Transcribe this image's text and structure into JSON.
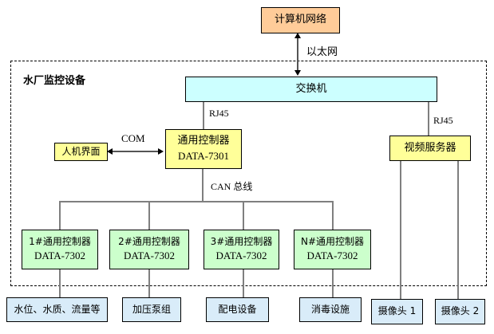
{
  "region": {
    "label": "水厂监控设备"
  },
  "nodes": {
    "computer_network": {
      "label": "计算机网络"
    },
    "switch": {
      "label": "交换机"
    },
    "hmi": {
      "label": "人机界面"
    },
    "main_controller": {
      "line1": "通用控制器",
      "line2": "DATA-7301"
    },
    "video_server": {
      "label": "视频服务器"
    },
    "sub_controllers": [
      {
        "line1": "1#通用控制器",
        "line2": "DATA-7302"
      },
      {
        "line1": "2#通用控制器",
        "line2": "DATA-7302"
      },
      {
        "line1": "3#通用控制器",
        "line2": "DATA-7302"
      },
      {
        "line1": "N#通用控制器",
        "line2": "DATA-7302"
      }
    ],
    "devices": [
      {
        "label": "水位、水质、流量等"
      },
      {
        "label": "加压泵组"
      },
      {
        "label": "配电设备"
      },
      {
        "label": "消毒设施"
      }
    ],
    "cameras": [
      {
        "label": "摄像头 1"
      },
      {
        "label": "摄像头 2"
      }
    ]
  },
  "connections": {
    "ethernet": "以太网",
    "rj45_left": "RJ45",
    "rj45_right": "RJ45",
    "com": "COM",
    "can_bus": "CAN 总线"
  },
  "colors": {
    "computer_network_fill": "#ffcc99",
    "switch_fill": "#ccffff",
    "controller_fill": "#ffff99",
    "sub_controller_fill": "#ccffcc",
    "device_fill": "#d9ecf9",
    "connector_line": "#7f7f7f",
    "border": "#000000"
  }
}
